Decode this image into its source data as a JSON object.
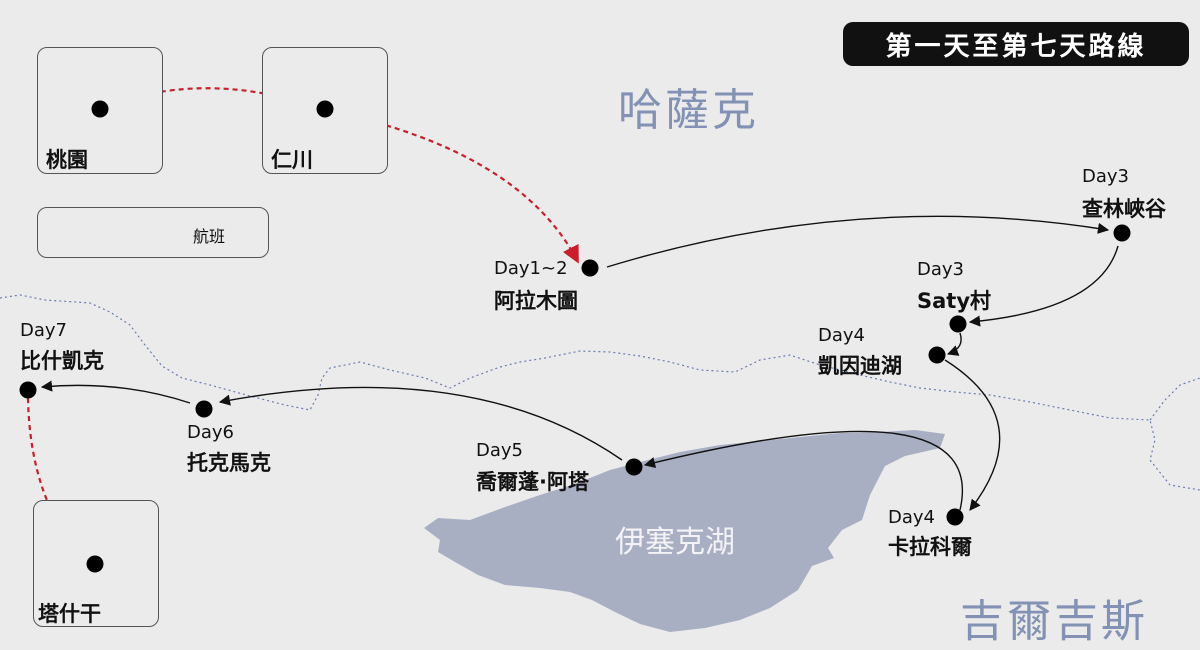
{
  "title": "第一天至第七天路線",
  "regions": {
    "kazakhstan": "哈薩克",
    "kyrgyzstan": "吉爾吉斯",
    "lake": "伊塞克湖"
  },
  "legend": {
    "label": "航班",
    "icon": "airplane-icon"
  },
  "places": {
    "taoyuan": {
      "name": "桃園"
    },
    "incheon": {
      "name": "仁川"
    },
    "almaty": {
      "day": "Day1~2",
      "name": "阿拉木圖"
    },
    "charyn": {
      "day": "Day3",
      "name": "查林峽谷"
    },
    "saty": {
      "day": "Day3",
      "name": "Saty村"
    },
    "kaindy": {
      "day": "Day4",
      "name": "凱因迪湖"
    },
    "karakol": {
      "day": "Day4",
      "name": "卡拉科爾"
    },
    "cholponata": {
      "day": "Day5",
      "name": "喬爾蓬·阿塔"
    },
    "tokmok": {
      "day": "Day6",
      "name": "托克馬克"
    },
    "bishkek": {
      "day": "Day7",
      "name": "比什凱克"
    },
    "tashkent": {
      "name": "塔什干"
    }
  },
  "colors": {
    "flight": "#c8202a",
    "route": "#111111",
    "border": "#6a7bb0",
    "lake": "#a9afc3",
    "region_text": "#8291b4",
    "background": "#ebebeb"
  }
}
